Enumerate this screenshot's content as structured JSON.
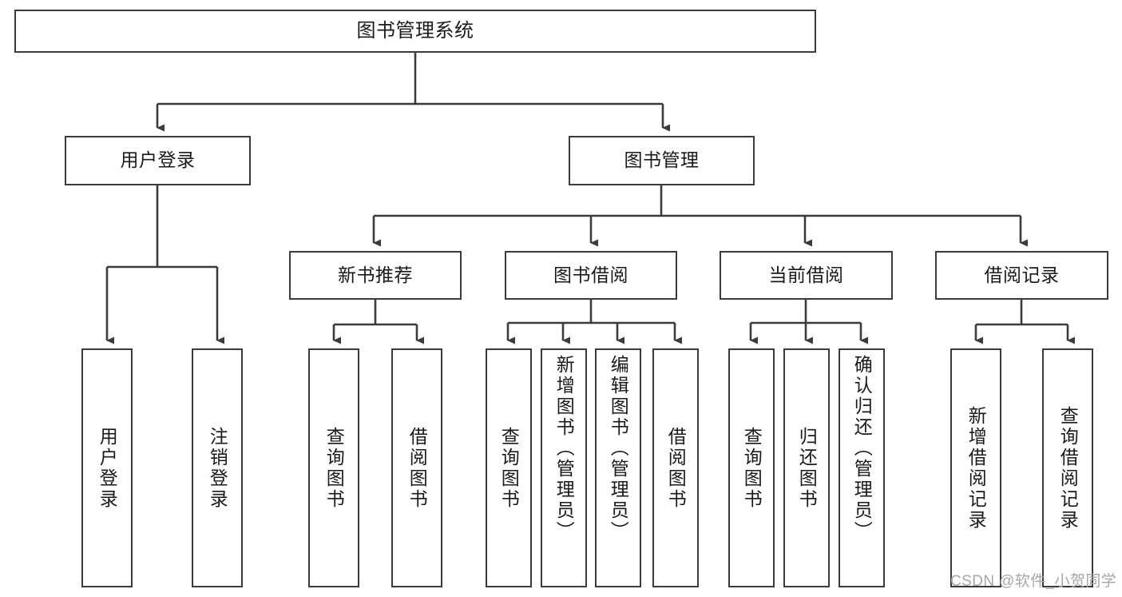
{
  "diagram": {
    "title": "图书管理系统",
    "type": "functional-structure-tree",
    "watermark": "CSDN @软件_小贺同学",
    "line_color": "#3b3b3b",
    "box_fill": "#ffffff",
    "text_color": "#1a1a1a",
    "watermark_color": "#a6a6a6"
  },
  "nodes": {
    "root": {
      "label": "图书管理系统"
    },
    "level2": [
      {
        "id": "user-login",
        "label": "用户登录"
      },
      {
        "id": "book-management",
        "label": "图书管理"
      }
    ],
    "level3": [
      {
        "id": "new-book-recommend",
        "label": "新书推荐"
      },
      {
        "id": "book-borrow",
        "label": "图书借阅"
      },
      {
        "id": "current-borrow",
        "label": "当前借阅"
      },
      {
        "id": "borrow-record",
        "label": "借阅记录"
      }
    ],
    "leaves": {
      "user_login": [
        {
          "id": "leaf-user-login",
          "label": "用户登录"
        },
        {
          "id": "leaf-user-logout",
          "label": "注销登录"
        }
      ],
      "new_book_recommend": [
        {
          "id": "leaf-query-book-1",
          "label": "查询图书"
        },
        {
          "id": "leaf-borrow-book-1",
          "label": "借阅图书"
        }
      ],
      "book_borrow": [
        {
          "id": "leaf-query-book-2",
          "label": "查询图书"
        },
        {
          "id": "leaf-add-book",
          "label": "新增图书（管理员）"
        },
        {
          "id": "leaf-edit-book",
          "label": "编辑图书（管理员）"
        },
        {
          "id": "leaf-borrow-book-2",
          "label": "借阅图书"
        }
      ],
      "current_borrow": [
        {
          "id": "leaf-query-book-3",
          "label": "查询图书"
        },
        {
          "id": "leaf-return-book",
          "label": "归还图书"
        },
        {
          "id": "leaf-confirm-return",
          "label": "确认归还（管理员）"
        }
      ],
      "borrow_record": [
        {
          "id": "leaf-add-record",
          "label": "新增借阅记录"
        },
        {
          "id": "leaf-query-record",
          "label": "查询借阅记录"
        }
      ]
    }
  }
}
